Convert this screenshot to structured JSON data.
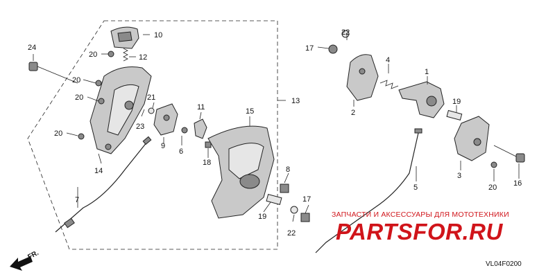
{
  "diagram": {
    "code": "VL04F0200",
    "direction_label": "FR.",
    "watermark": {
      "text": "ЗАПЧАСТИ И АКСЕССУАРЫ ДЛЯ МОТОТЕХНИКИ",
      "logo": "PARTSFOR.RU"
    },
    "callouts": [
      "1",
      "2",
      "3",
      "4",
      "5",
      "6",
      "7",
      "8",
      "9",
      "10",
      "11",
      "12",
      "13",
      "14",
      "15",
      "16",
      "17",
      "17",
      "18",
      "19",
      "19",
      "20",
      "20",
      "20",
      "20",
      "20",
      "21",
      "22",
      "22",
      "23",
      "24"
    ]
  }
}
